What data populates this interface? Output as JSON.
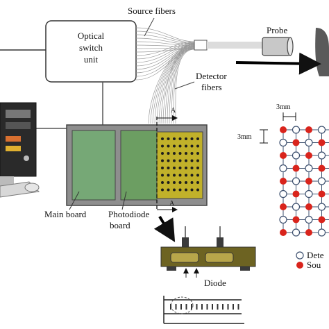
{
  "labels": {
    "optical_switch_line1": "Optical",
    "optical_switch_line2": "switch",
    "optical_switch_line3": "unit",
    "source_fibers": "Source fibers",
    "detector_fibers_line1": "Detector",
    "detector_fibers_line2": "fibers",
    "probe": "Probe",
    "main_board": "Main board",
    "photodiode_line1": "Photodiode",
    "photodiode_line2": "board",
    "section_marker_top": "A",
    "section_marker_bottom": "A",
    "diode": "Diode",
    "spacing_horizontal": "3mm",
    "spacing_vertical": "3mm",
    "legend_detector": "Dete",
    "legend_source": "Sou"
  },
  "colors": {
    "source_dot": "#d9241c",
    "detector_dot": "#ffffff",
    "board_frame": "#8e8e8e",
    "main_board_fill": "#76a876",
    "photodiode_fill": "#6c9e62",
    "detector_board_fill": "#c1b12a",
    "pcb_fill": "#6d6322",
    "probe_fill": "#c8c8c8"
  },
  "icons": [
    "computer-icon",
    "probe-icon",
    "arrow-icon",
    "photodiode-icon",
    "ruler-icon"
  ]
}
